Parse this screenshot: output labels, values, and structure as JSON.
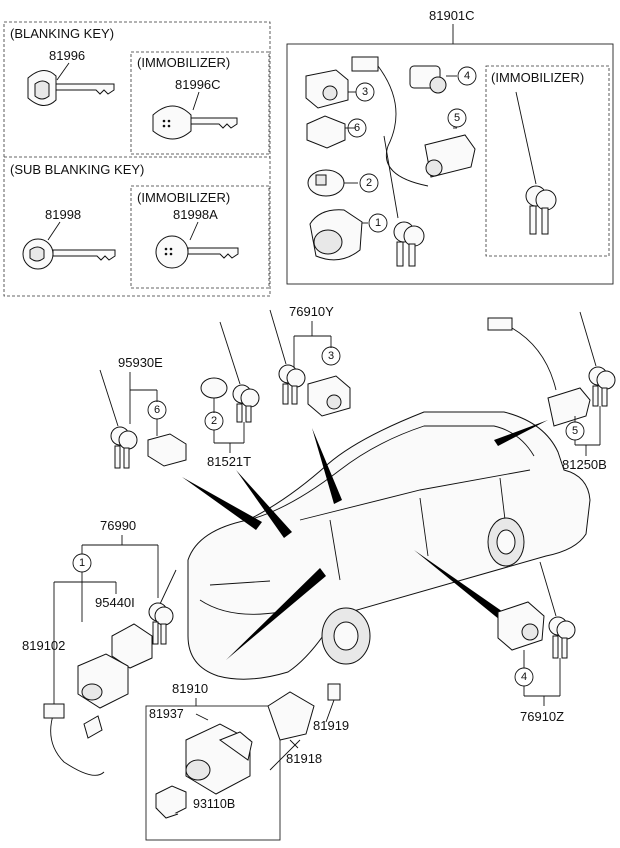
{
  "boxes": {
    "blanking_key": "(BLANKING KEY)",
    "immobilizer_1": "(IMMOBILIZER)",
    "sub_blanking_key": "(SUB BLANKING KEY)",
    "immobilizer_2": "(IMMOBILIZER)",
    "immobilizer_3": "(IMMOBILIZER)"
  },
  "parts": {
    "p81996": "81996",
    "p81996C": "81996C",
    "p81998": "81998",
    "p81998A": "81998A",
    "p81901C": "81901C",
    "p95930E": "95930E",
    "p76910Y": "76910Y",
    "p81521T": "81521T",
    "p81250B": "81250B",
    "p76990": "76990",
    "p95440I": "95440I",
    "p819102": "819102",
    "p81910": "81910",
    "p81937": "81937",
    "p81919": "81919",
    "p81918": "81918",
    "p93110B": "93110B",
    "p76910Z": "76910Z"
  },
  "callouts": {
    "c1": "1",
    "c2": "2",
    "c3": "3",
    "c4": "4",
    "c5": "5",
    "c6": "6"
  }
}
